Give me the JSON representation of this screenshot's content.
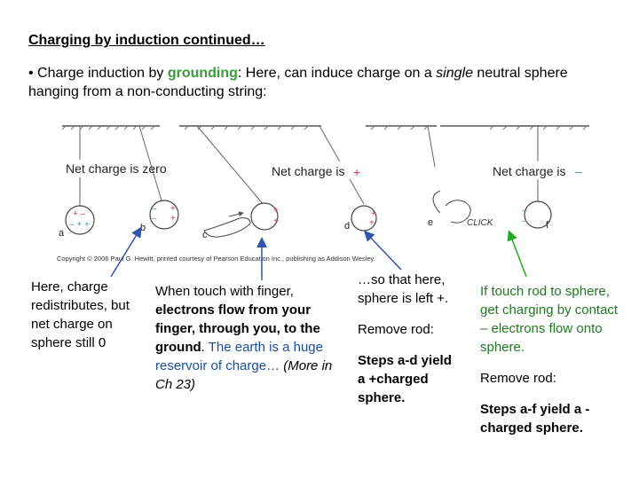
{
  "title": "Charging by induction continued…",
  "intro": {
    "bullet": "•",
    "part1": " Charge induction by ",
    "grounding": "grounding",
    "part2": ": Here, can induce charge on a ",
    "single": "single",
    "part3": " neutral sphere hanging from a non-conducting string:"
  },
  "figure": {
    "label_zero": "Net charge is zero",
    "label_plus": "Net charge is",
    "label_minus": "Net charge is",
    "sym_plus": "+",
    "sym_minus": "–",
    "letters": [
      "a",
      "b",
      "c",
      "d",
      "e",
      "f"
    ],
    "click": "CLICK",
    "copyright": "Copyright © 2006 Paul G. Hewitt, printed courtesy of Pearson Education Inc., publishing as Addison Wesley."
  },
  "col1": "Here, charge redistributes, but net charge on sphere still 0",
  "col2": {
    "p1": "When touch with finger, ",
    "p2": "electrons flow from your finger, through you, to the ground",
    "p3": ".",
    "p4": "The earth is a huge reservoir of charge…",
    "p5": "(More in Ch 23)"
  },
  "col3": {
    "p1": "…so that here, sphere is left +.",
    "p2": "Remove rod:",
    "p3": "Steps a-d yield a +charged sphere."
  },
  "col4": {
    "p1": "If touch rod to sphere, get charging by contact – electrons flow onto sphere.",
    "p2": "Remove rod:",
    "p3": "Steps a-f yield a -charged sphere."
  },
  "colors": {
    "green": "#3a9a3a",
    "blue": "#1a4fa0",
    "darkgreen": "#1f7a1f",
    "arrow_blue": "#3355aa",
    "arrow_green": "#22aa22"
  }
}
